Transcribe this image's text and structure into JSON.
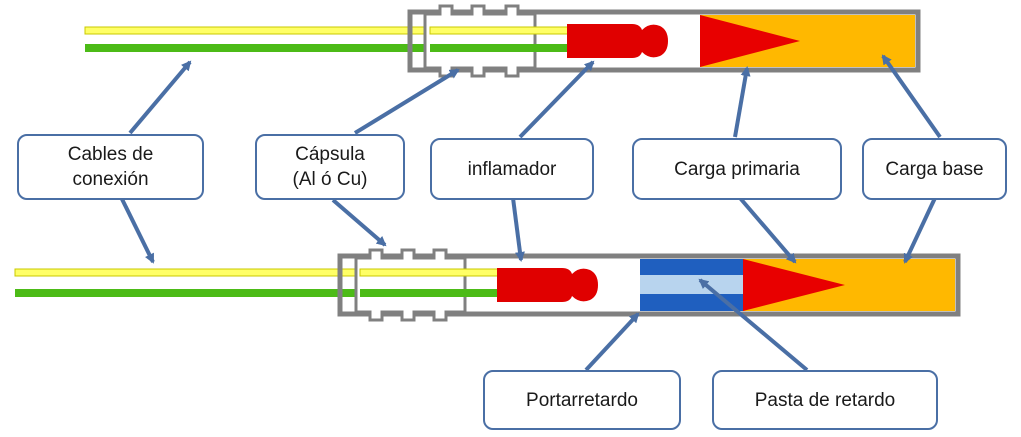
{
  "labels": {
    "cables_line1": "Cables de",
    "cables_line2": "conexión",
    "capsula_line1": "Cápsula",
    "capsula_line2": "(Al ó Cu)",
    "inflamador": "inflamador",
    "carga_primaria": "Carga primaria",
    "carga_base": "Carga base",
    "portarretardo": "Portarretardo",
    "pasta_retardo": "Pasta de retardo"
  },
  "colors": {
    "wire_yellow": "#ffff66",
    "wire_green": "#4cbb17",
    "shell": "#808080",
    "igniter": "#e00000",
    "primary_charge": "#e80000",
    "base_charge": "#ffb800",
    "delay_holder": "#1f5fbf",
    "delay_paste": "#b8d4ee",
    "arrow": "#4a6fa5"
  }
}
